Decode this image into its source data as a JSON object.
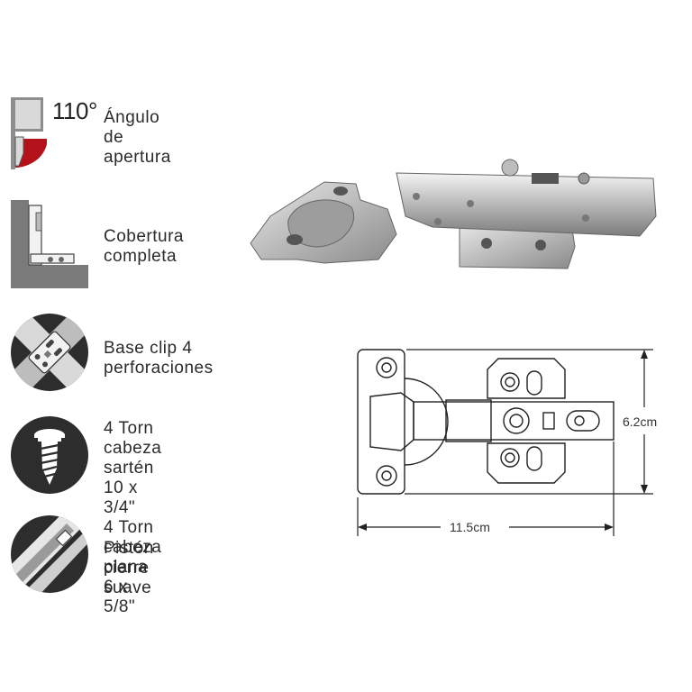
{
  "features": [
    {
      "icon": "opening-angle-icon",
      "badge": "110°",
      "label": "Ángulo de\napertura"
    },
    {
      "icon": "full-overlay-icon",
      "label": "Cobertura\ncompleta"
    },
    {
      "icon": "clip-base-icon",
      "label": "Base clip 4\nperforaciones"
    },
    {
      "icon": "screw-icon",
      "label": "4 Torn cabeza\nsartén 10 x 3/4\"\n4 Torn cabeza\nplana 6 x 5/8\""
    },
    {
      "icon": "soft-close-piston-icon",
      "label": "Pistón cierre\nsuave"
    }
  ],
  "dimensions": {
    "height": "6.2cm",
    "width": "11.5cm"
  }
}
